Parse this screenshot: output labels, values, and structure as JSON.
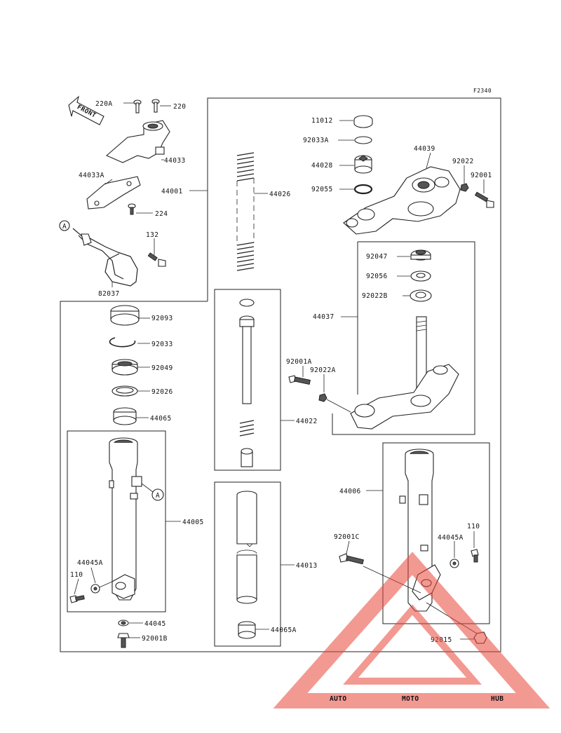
{
  "figure_id": "F2340",
  "front_arrow_label": "FRONT",
  "ref_marks": [
    "A",
    "A"
  ],
  "labels": {
    "l220A": "220A",
    "l220": "220",
    "l44033": "44033",
    "l44033A": "44033A",
    "l224": "224",
    "l132": "132",
    "l82037": "82037",
    "l44001": "44001",
    "l44026": "44026",
    "l11012": "11012",
    "l92033A": "92033A",
    "l44028": "44028",
    "l92055": "92055",
    "l44039": "44039",
    "l92022": "92022",
    "l92001": "92001",
    "l92047": "92047",
    "l92056": "92056",
    "l92022B": "92022B",
    "l44037": "44037",
    "l92001A": "92001A",
    "l92022A": "92022A",
    "l92093": "92093",
    "l92033": "92033",
    "l92049": "92049",
    "l92026": "92026",
    "l44065": "44065",
    "l44022": "44022",
    "l44005": "44005",
    "l44045A_left": "44045A",
    "l110_left": "110",
    "l44045": "44045",
    "l92001B": "92001B",
    "l44013": "44013",
    "l44065A": "44065A",
    "l44006": "44006",
    "l110_right": "110",
    "l44045A_right": "44045A",
    "l92001C": "92001C",
    "l92015": "92015"
  },
  "watermark": {
    "auto": "AUTO",
    "moto": "MOTO",
    "hub": "HUB",
    "color_auto": "#f5a623",
    "color_moto": "#e8473a",
    "color_hub": "#3a3a3a"
  }
}
